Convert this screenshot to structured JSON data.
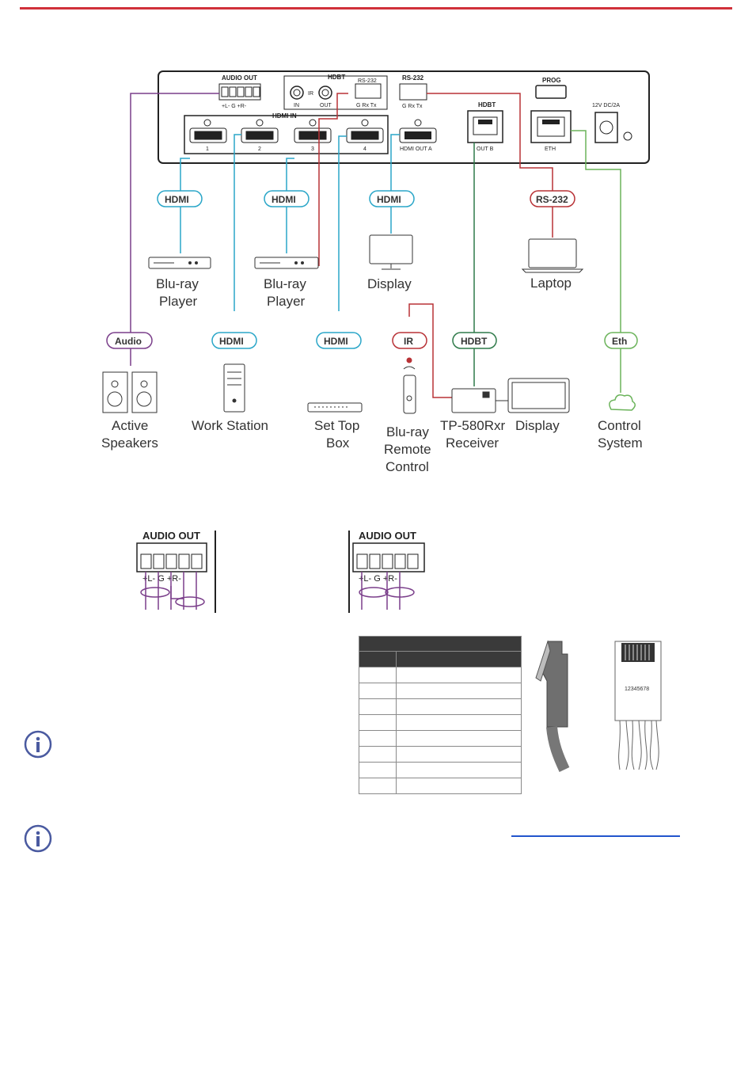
{
  "colors": {
    "accent_bar": "#d0303a",
    "hdmi": "#2aa6c8",
    "audio": "#7a3e8a",
    "rs232": "#b83236",
    "hdbt": "#2f7a4a",
    "eth": "#6bb35a",
    "ir": "#b83236",
    "info_icon": "#4a5aa0"
  },
  "panel": {
    "audio_out": "AUDIO OUT",
    "audio_pins": "+L-  G  +R-",
    "hdbt_top": "HDBT",
    "ir": "IR",
    "ir_in": "IN",
    "ir_out": "OUT",
    "rs232_small": "RS-232",
    "grxtx": "G Rx Tx",
    "rs232": "RS-232",
    "prog": "PROG",
    "hdmi_in": "HDMI IN",
    "in1": "1",
    "in2": "2",
    "in3": "3",
    "in4": "4",
    "hdmi_out_a": "HDMI OUT A",
    "hdbt": "HDBT",
    "out_b": "OUT B",
    "eth": "ETH",
    "power": "12V DC/2A"
  },
  "pills": {
    "hdmi": "HDMI",
    "rs232": "RS-232",
    "audio": "Audio",
    "ir": "IR",
    "hdbt": "HDBT",
    "eth": "Eth"
  },
  "devices": {
    "bluray1": [
      "Blu-ray",
      "Player"
    ],
    "bluray2": [
      "Blu-ray",
      "Player"
    ],
    "display1": "Display",
    "laptop": "Laptop",
    "speakers": [
      "Active",
      "Speakers"
    ],
    "workstation": "Work Station",
    "settop": [
      "Set Top",
      "Box"
    ],
    "remote": [
      "Blu-ray",
      "Remote",
      "Control"
    ],
    "receiver": [
      "TP-580Rxr",
      "Receiver"
    ],
    "display2": "Display",
    "control": [
      "Control",
      "System"
    ]
  },
  "wiring": {
    "audio_out": "AUDIO OUT",
    "balanced_pins": "+L-  G  +R-",
    "unbalanced_pins": "+L-  G  +R-",
    "rj45_pins": "12345678"
  },
  "pinout_rows": 8
}
